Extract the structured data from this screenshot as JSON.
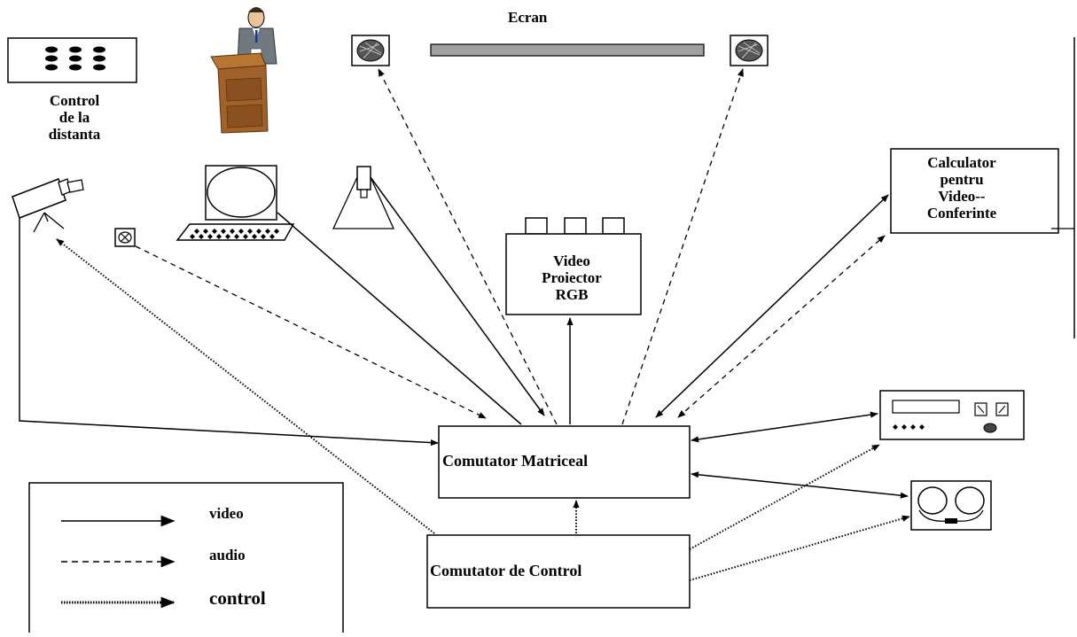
{
  "labels": {
    "ecran": "Ecran",
    "remote_control": [
      "Control",
      "de la",
      "distanta"
    ],
    "video_proiector": [
      "Video",
      "Proiector",
      "RGB"
    ],
    "calculator": [
      "Calculator",
      "pentru",
      "Video--",
      "Conferinte"
    ],
    "comutator_matriceal": "Comutator Matriceal",
    "comutator_control": "Comutator de Control"
  },
  "legend": {
    "video": "video",
    "audio": "audio",
    "control": "control"
  },
  "icons": [
    "remote-control-icon",
    "presenter-at-podium-icon",
    "speaker-left-icon",
    "projection-screen-icon",
    "speaker-right-icon",
    "video-camera-icon",
    "microphone-icon",
    "computer-monitor-icon",
    "document-camera-icon",
    "video-projector-icon",
    "video-conference-computer-icon",
    "vcr-icon",
    "tape-recorder-icon"
  ]
}
